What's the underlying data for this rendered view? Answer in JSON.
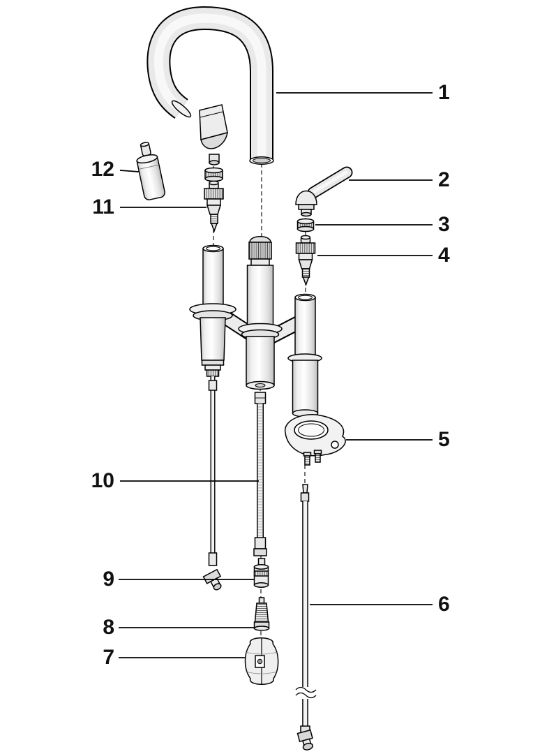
{
  "page": {
    "background": "#ffffff",
    "line_color": "#000000"
  },
  "diagram": {
    "kind": "exploded-parts-diagram",
    "subject": "two-handle bridge faucet with pull-down spray - exploded parts view"
  },
  "callouts": [
    {
      "number": "1",
      "part": "spout"
    },
    {
      "number": "2",
      "part": "right-handle-lever"
    },
    {
      "number": "3",
      "part": "bonnet-nut"
    },
    {
      "number": "4",
      "part": "valve-cartridge-right"
    },
    {
      "number": "5",
      "part": "escutcheon-plate"
    },
    {
      "number": "6",
      "part": "supply-tube"
    },
    {
      "number": "7",
      "part": "hose-weight"
    },
    {
      "number": "8",
      "part": "adapter-screw"
    },
    {
      "number": "9",
      "part": "hose-coupler"
    },
    {
      "number": "10",
      "part": "pull-down-hose"
    },
    {
      "number": "11",
      "part": "valve-cartridge-left"
    },
    {
      "number": "12",
      "part": "left-handle"
    }
  ]
}
